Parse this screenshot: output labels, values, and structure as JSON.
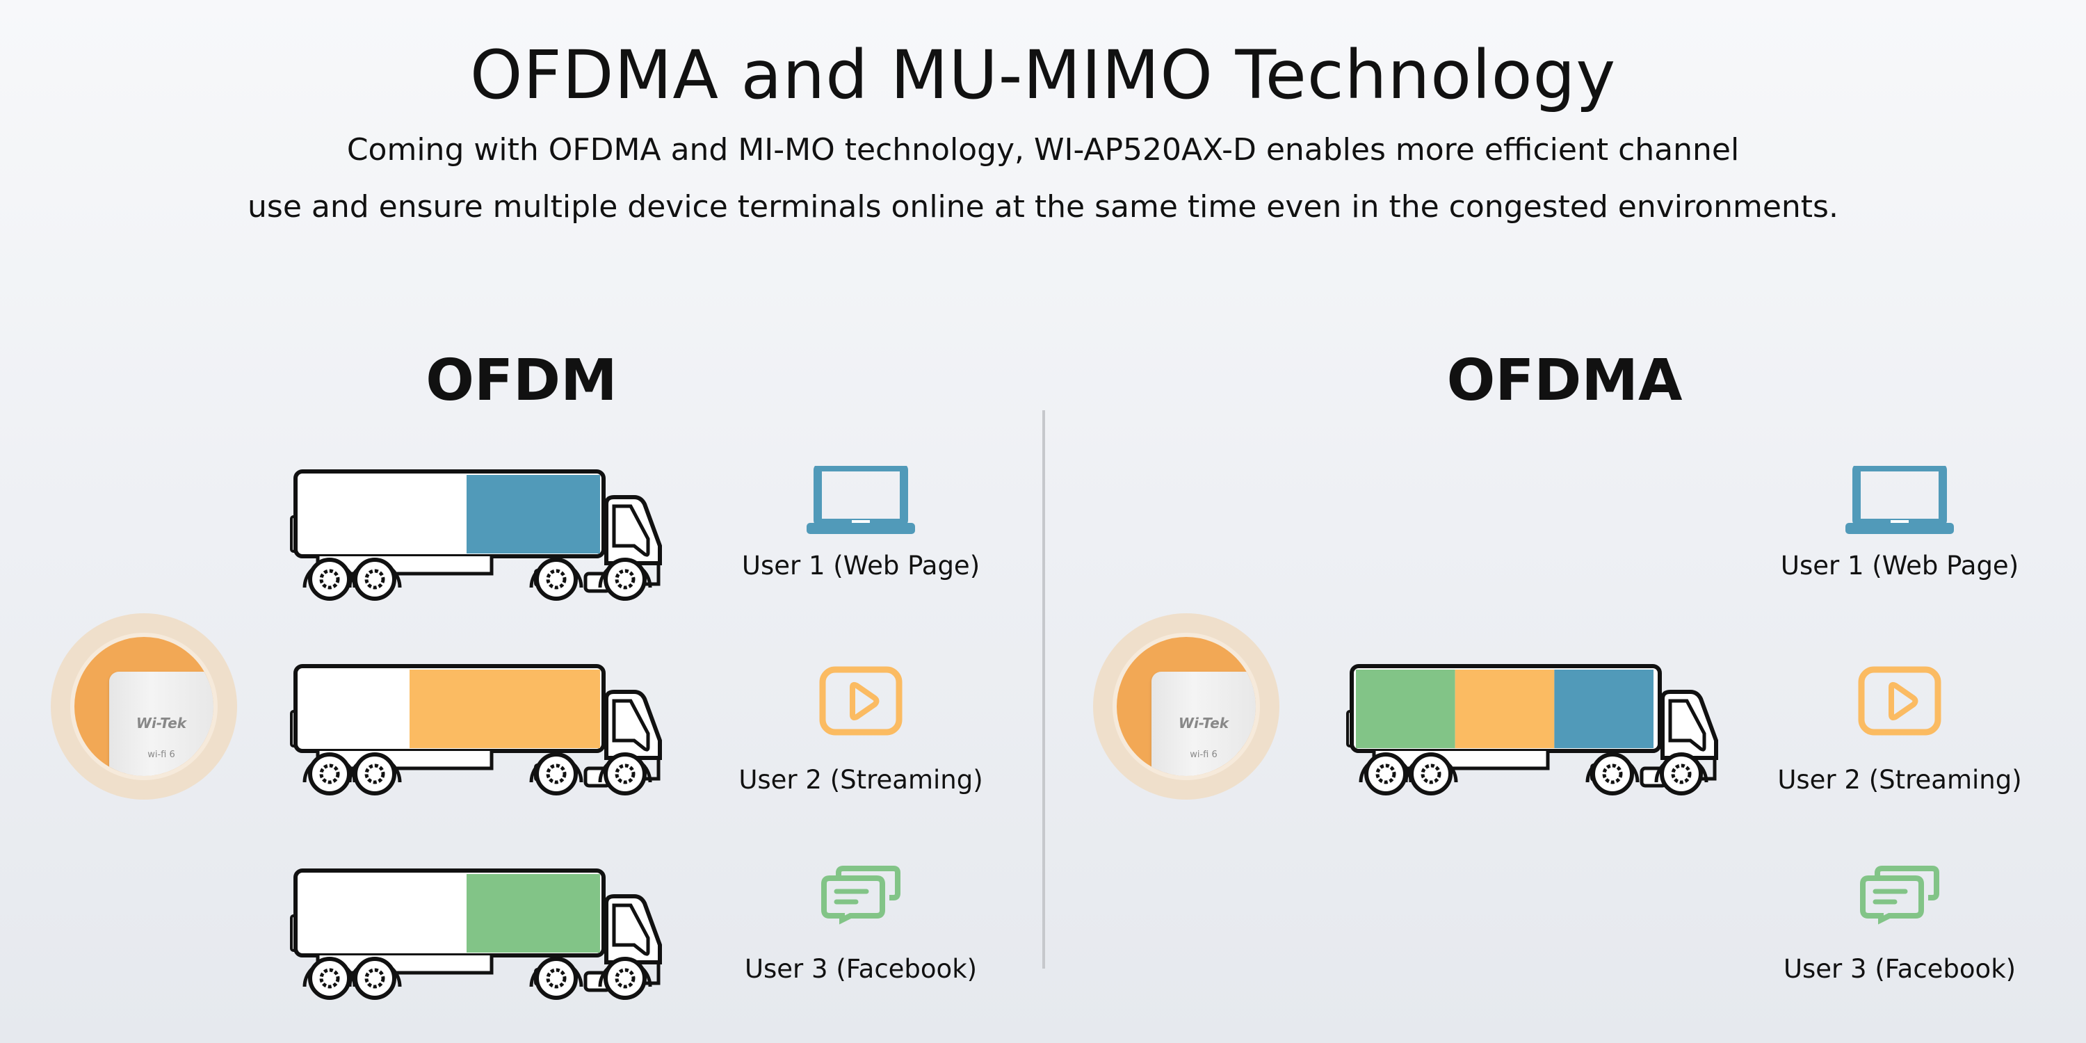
{
  "header": {
    "title": "OFDMA and MU-MIMO Technology",
    "subtitle_line1": "Coming with OFDMA and MI-MO technology, WI-AP520AX-D enables more efficient channel",
    "subtitle_line2": "use and ensure multiple device terminals online at the same time even in the congested environments."
  },
  "colors": {
    "web": "#519ab9",
    "stream": "#fbbb62",
    "facebook": "#82c487"
  },
  "ofdm": {
    "title": "OFDM",
    "router": {
      "brand": "Wi-Tek",
      "badge": "wi-fi 6"
    },
    "trucks": [
      {
        "load": "web"
      },
      {
        "load": "stream"
      },
      {
        "load": "facebook"
      }
    ],
    "users": [
      {
        "label": "User 1 (Web Page)",
        "icon": "laptop-icon"
      },
      {
        "label": "User 2 (Streaming)",
        "icon": "play-icon"
      },
      {
        "label": "User 3 (Facebook)",
        "icon": "chat-icon"
      }
    ]
  },
  "ofdma": {
    "title": "OFDMA",
    "router": {
      "brand": "Wi-Tek",
      "badge": "wi-fi 6"
    },
    "truck": {
      "loads": [
        "facebook",
        "stream",
        "web"
      ]
    },
    "users": [
      {
        "label": "User 1 (Web Page)",
        "icon": "laptop-icon"
      },
      {
        "label": "User 2 (Streaming)",
        "icon": "play-icon"
      },
      {
        "label": "User 3 (Facebook)",
        "icon": "chat-icon"
      }
    ]
  }
}
